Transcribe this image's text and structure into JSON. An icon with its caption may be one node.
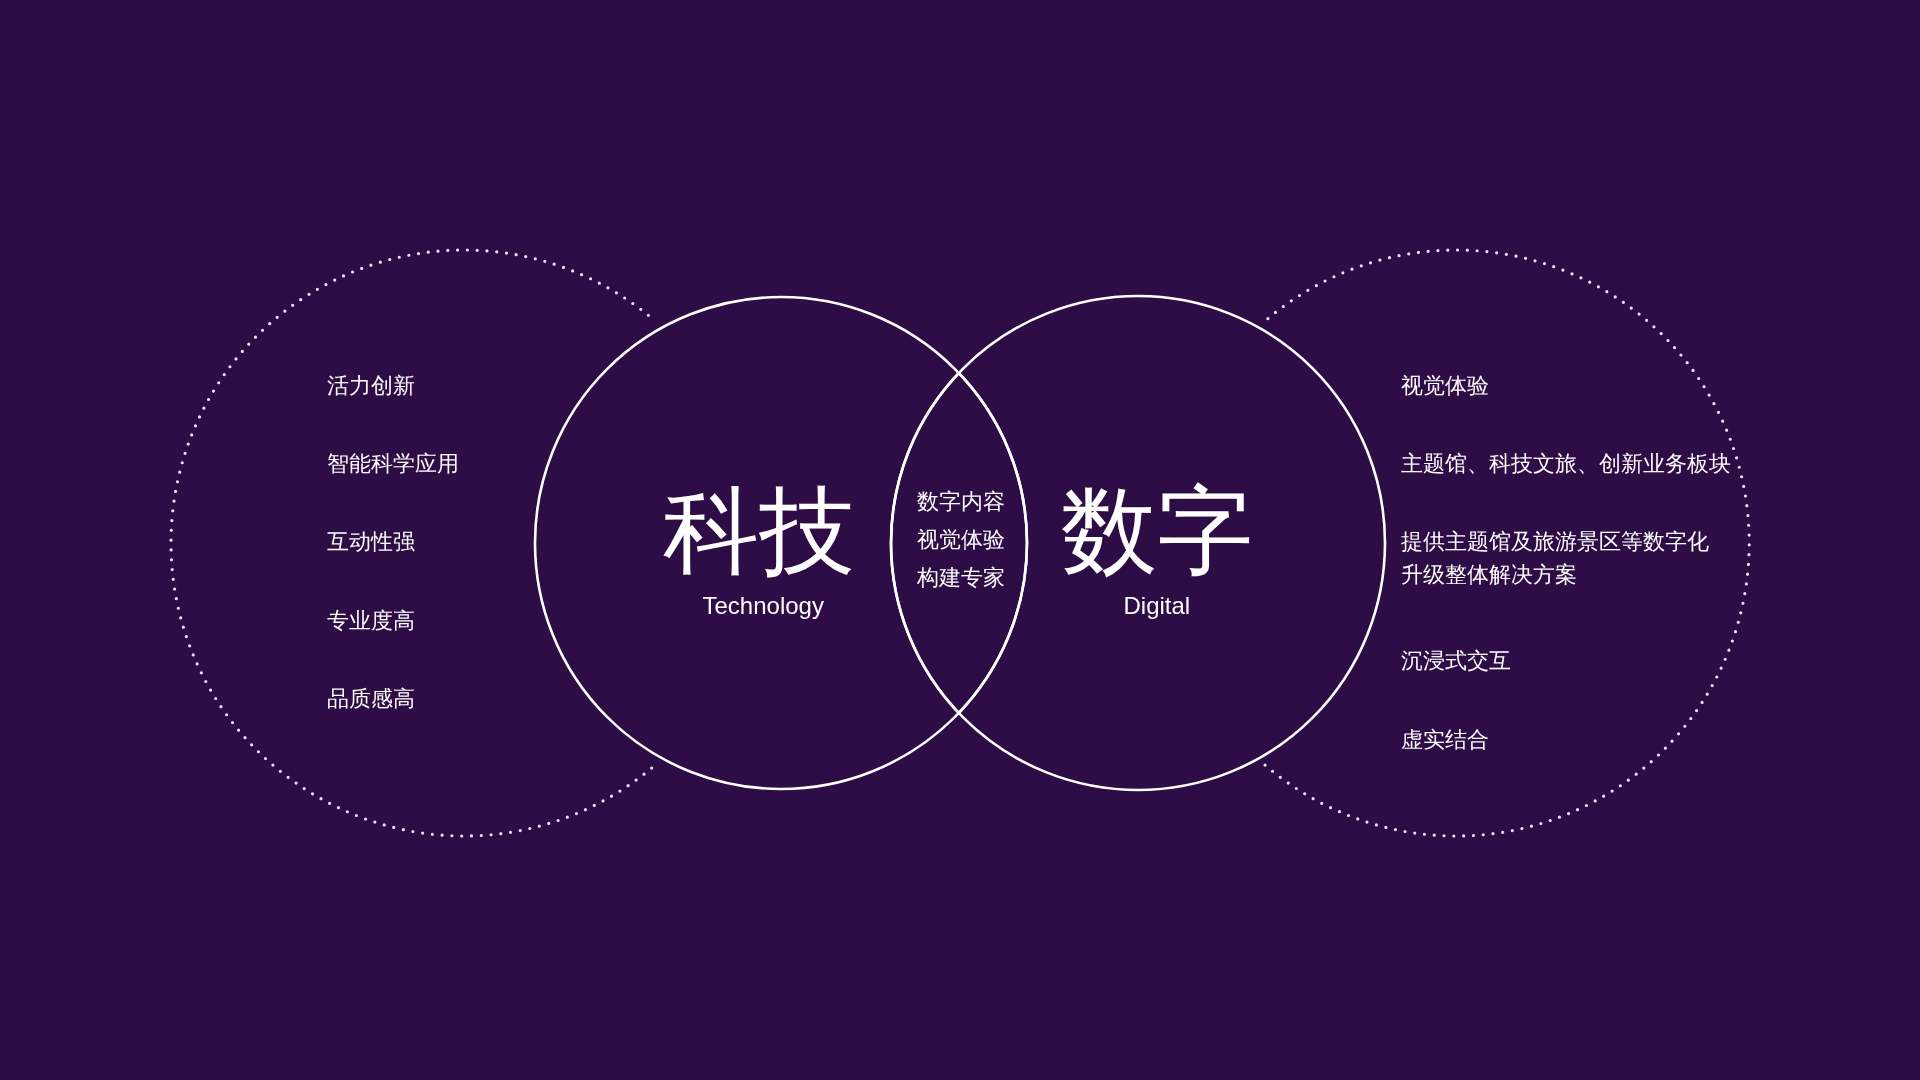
{
  "diagram": {
    "nodes": [
      {
        "text": [
          "活力创新",
          "智能科学应用",
          "互动性强",
          "专业度高",
          "品质感高"
        ]
      },
      {
        "text": [
          "科技",
          "Technology"
        ]
      },
      {
        "text": [
          "数字内容",
          "视觉体验",
          "构建专家"
        ]
      },
      {
        "text": [
          "数字",
          "Digital"
        ]
      },
      {
        "text": [
          "视觉体验",
          "主题馆、科技文旅、创新业务板块",
          "提供主题馆及旅游景区等数字化升级整体解决方案",
          "沉浸式交互",
          "虚实结合"
        ]
      }
    ]
  }
}
